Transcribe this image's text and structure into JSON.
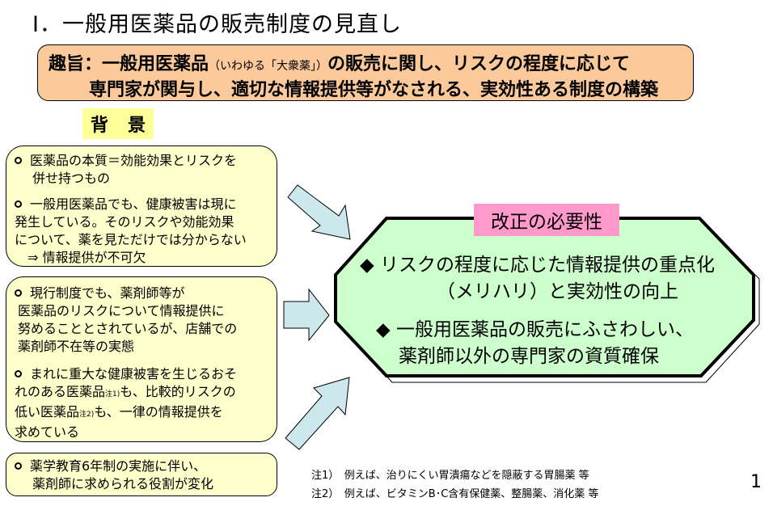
{
  "slide": {
    "title": "Ⅰ．一般用医薬品の販売制度の見直し",
    "page_number": "1"
  },
  "summary": {
    "prefix": "趣旨：一般用医薬品",
    "aside": "（いわゆる「大衆薬」）",
    "line1_rest": "の販売に関し、リスクの程度に応じて",
    "line2": "専門家が関与し、適切な情報提供等がなされる、実効性ある制度の構築",
    "fill_color": "#fcc99b"
  },
  "background": {
    "label": "背景",
    "label_color": "#ffff99",
    "box_color": "#ffffcc",
    "points": [
      {
        "lines": [
          "医薬品の本質＝効能効果とリスクを",
          "併せ持つもの"
        ]
      },
      {
        "lines": [
          "一般用医薬品でも、健康被害は現に",
          "発生している。そのリスクや効能効果",
          "について、薬を見ただけでは分からない",
          "⇒ 情報提供が不可欠"
        ]
      },
      {
        "lines": [
          "現行制度でも、薬剤師等が",
          "医薬品のリスクについて情報提供に",
          "努めることとされているが、店舗での",
          "薬剤師不在等の実態"
        ]
      },
      {
        "lines": [
          "まれに重大な健康被害を生じるおそ",
          "れのある医薬品",
          "注1)",
          "も、比較的リスクの",
          "低い医薬品",
          "注2)",
          "も、一律の情報提供を",
          "求めている"
        ]
      },
      {
        "lines": [
          "薬学教育6年制の実施に伴い、",
          "薬剤師に求められる役割が変化"
        ]
      }
    ]
  },
  "necessity": {
    "label": "改正の必要性",
    "label_color": "#ff99cc",
    "box_color": "#ccffcc",
    "items": [
      {
        "line1": "◆ リスクの程度に応じた情報提供の重点化",
        "line2": "（メリハリ）と実効性の向上"
      },
      {
        "line1": "◆ 一般用医薬品の販売にふさわしい、",
        "line2": "薬剤師以外の専門家の資質確保"
      }
    ]
  },
  "arrows": {
    "color": "#cce8ec",
    "count": 3
  },
  "footnotes": [
    "注1）　例えば、治りにくい胃潰瘍などを隠蔽する胃腸薬 等",
    "注2）　例えば、ビタミンB･C含有保健薬、整腸薬、消化薬 等"
  ]
}
